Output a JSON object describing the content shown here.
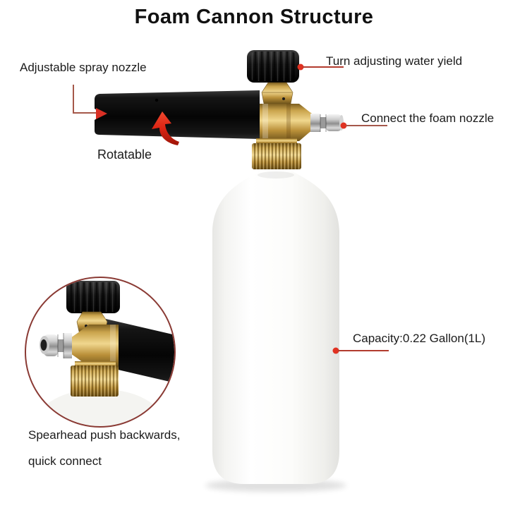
{
  "title": "Foam Cannon Structure",
  "annotations": {
    "adjustable_spray_nozzle": "Adjustable spray nozzle",
    "turn_adjusting_water_yield": "Turn adjusting water yield",
    "connect_the_foam_nozzle": "Connect the foam nozzle",
    "rotatable": "Rotatable",
    "capacity": "Capacity:0.22 Gallon(1L)",
    "spearhead_line1": "Spearhead push backwards,",
    "spearhead_line2": "quick connect"
  },
  "colors": {
    "background": "#ffffff",
    "text": "#1b1b1b",
    "pointer_line": "#a5584a",
    "pointer_line_red": "#b23b2e",
    "accent_red_dot": "#e03222",
    "rotate_arrow_red": "#e63a22",
    "inset_circle_border": "#8a3a34",
    "brass": "#c9a24a",
    "chrome": "#b9b9b9",
    "plastic_black": "#141414",
    "bottle_white": "#f7f7f5"
  },
  "icons": {
    "rotate_arrow": "curved-up-arrow",
    "pointer_dot": "red-dot",
    "pointer_arrowhead": "right-arrowhead"
  }
}
